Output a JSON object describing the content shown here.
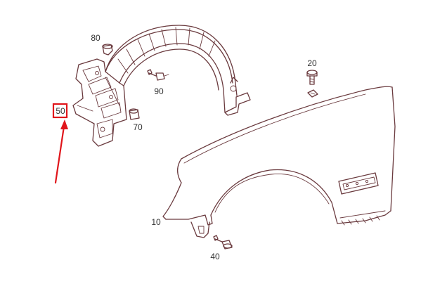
{
  "diagram": {
    "line_color": "#6a3a3e",
    "highlight_color": "#e0151b",
    "parts": [
      {
        "id": "80",
        "label": "80"
      },
      {
        "id": "90",
        "label": "90"
      },
      {
        "id": "20",
        "label": "20"
      },
      {
        "id": "50",
        "label": "50"
      },
      {
        "id": "70",
        "label": "70"
      },
      {
        "id": "10",
        "label": "10"
      },
      {
        "id": "40",
        "label": "40"
      }
    ],
    "highlighted_part": "50"
  }
}
